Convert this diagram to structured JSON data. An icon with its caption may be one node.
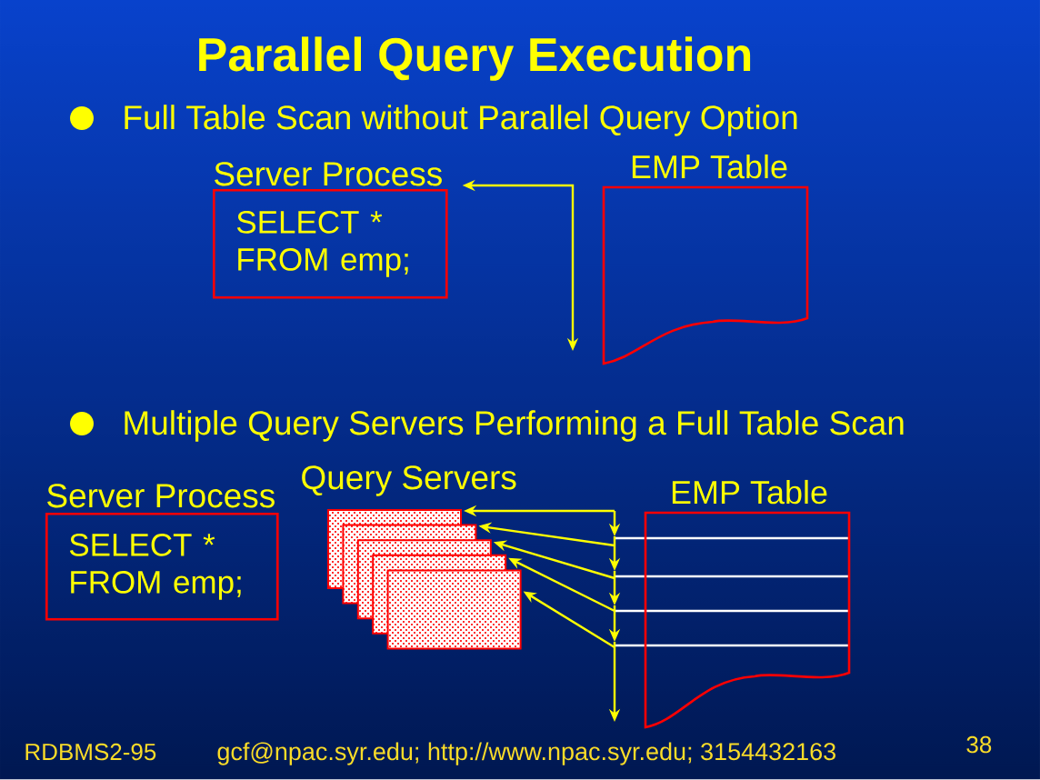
{
  "diagram": {
    "title": "Parallel Query Execution",
    "nodes": [
      {
        "text": [
          "Server Process",
          "SELECT * FROM emp;"
        ]
      },
      {
        "text": [
          "EMP Table"
        ]
      },
      {
        "text": [
          "Server Process",
          "SELECT * FROM emp;"
        ]
      },
      {
        "text": [],
        "shape": "box"
      },
      {
        "text": [],
        "shape": "box"
      },
      {
        "text": [],
        "shape": "box"
      },
      {
        "text": [],
        "shape": "box"
      },
      {
        "text": [],
        "shape": "box"
      },
      {
        "text": [
          "EMP Table"
        ]
      }
    ],
    "edges": [
      {
        "from": null,
        "to": 0,
        "arrow": "both"
      },
      {
        "from": 8,
        "to": 3,
        "arrow": "to"
      },
      {
        "from": 8,
        "to": 4,
        "arrow": "to"
      },
      {
        "from": 8,
        "to": 5,
        "arrow": "to"
      },
      {
        "from": 8,
        "to": 6,
        "arrow": "to"
      },
      {
        "from": 8,
        "to": 7,
        "arrow": "to"
      }
    ],
    "labels": [
      "Full Table Scan without Parallel Query Option",
      "Multiple Query Servers Performing a Full Table Scan",
      "Query Servers",
      "RDBMS2-95",
      "gcf@npac.syr.edu; http://www.npac.syr.edu; 3154432163",
      "38"
    ]
  }
}
